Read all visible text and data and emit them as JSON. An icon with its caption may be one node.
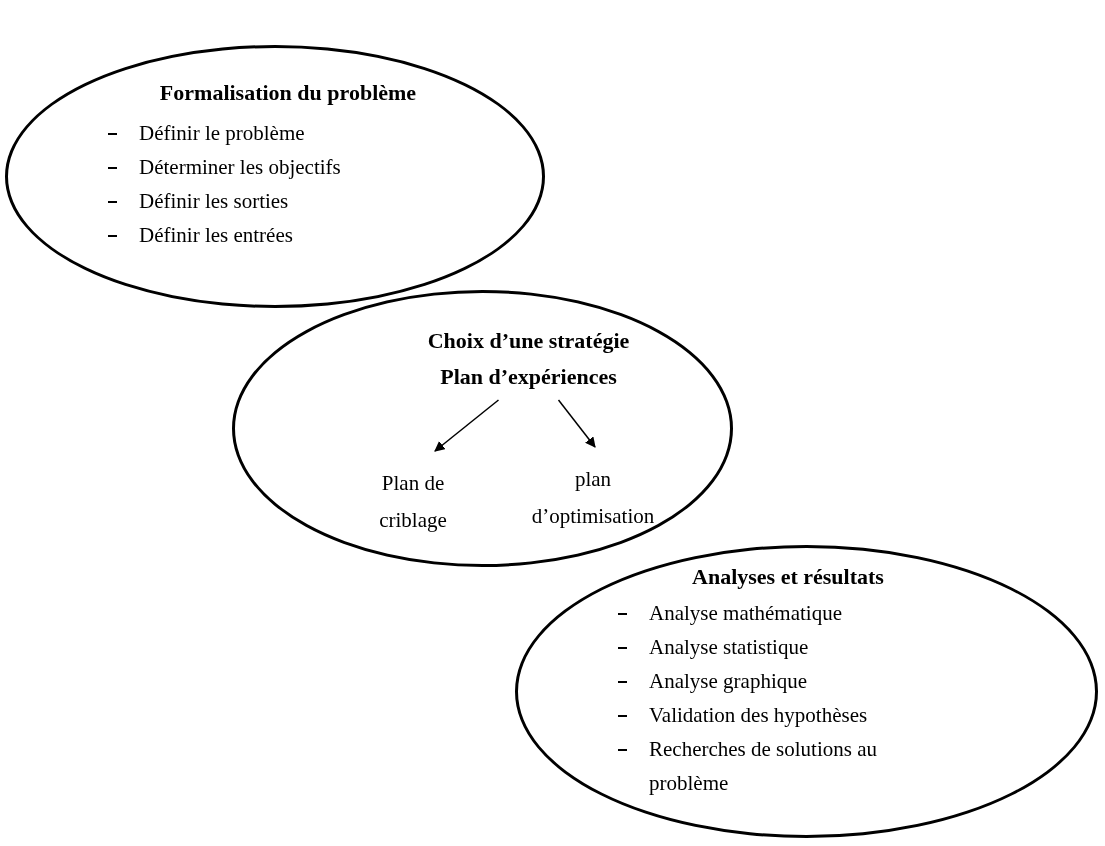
{
  "diagram": {
    "nodes": [
      {
        "text": [
          "Formalisation du problème",
          "Définir le problème",
          "Déterminer les objectifs",
          "Définir les sorties",
          "Définir les entrées"
        ]
      },
      {
        "text": [],
        "shape": "ellipse"
      },
      {
        "text": [
          "Choix d’une stratégie",
          "Plan d’expériences"
        ],
        "in": 1
      },
      {
        "text": [
          "Plan de criblage"
        ],
        "in": 1
      },
      {
        "text": [
          "plan d’optimisation"
        ],
        "in": 1
      },
      {
        "text": [
          "Analyses et résultats",
          "Analyse mathématique",
          "Analyse statistique",
          "Analyse graphique",
          "Validation des hypothèses",
          "Recherches de solutions au problème"
        ]
      }
    ],
    "edges": [
      {
        "from": 2,
        "to": 3,
        "arrow": "to"
      },
      {
        "from": 2,
        "to": 4,
        "arrow": "to"
      }
    ]
  }
}
